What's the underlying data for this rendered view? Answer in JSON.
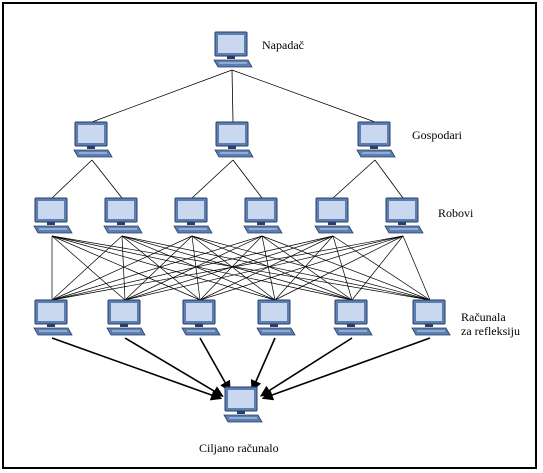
{
  "labels": {
    "attacker": "Napadač",
    "masters": "Gospodari",
    "bots": "Robovi",
    "reflectors_line1": "Računala",
    "reflectors_line2": "za refleksiju",
    "target": "Ciljano računalo"
  },
  "icons": {
    "computer": "computer-icon"
  },
  "colors": {
    "monitor_frame": "#5b7fb3",
    "monitor_screen": "#c9d8ee",
    "monitor_dark": "#2a3e66",
    "line": "#000000"
  }
}
